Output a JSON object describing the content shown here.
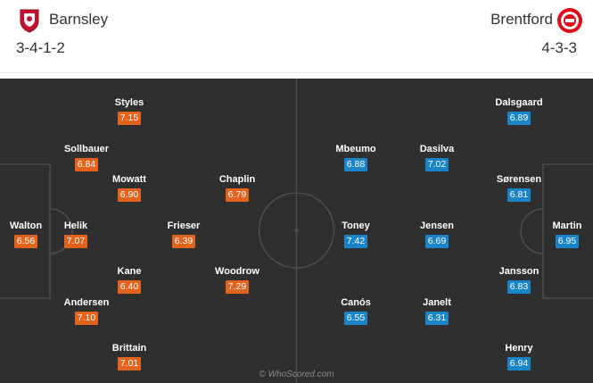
{
  "home": {
    "name": "Barnsley",
    "formation": "3-4-1-2",
    "color": "#e3631d",
    "crest_icon": "barnsley-crest-icon",
    "players": [
      {
        "name": "Walton",
        "rating": "6.56"
      },
      {
        "name": "Sollbauer",
        "rating": "6.84"
      },
      {
        "name": "Helik",
        "rating": "7.07"
      },
      {
        "name": "Andersen",
        "rating": "7.10"
      },
      {
        "name": "Styles",
        "rating": "7.15"
      },
      {
        "name": "Mowatt",
        "rating": "6.90"
      },
      {
        "name": "Kane",
        "rating": "6.40"
      },
      {
        "name": "Brittain",
        "rating": "7.01"
      },
      {
        "name": "Frieser",
        "rating": "6.39"
      },
      {
        "name": "Chaplin",
        "rating": "6.79"
      },
      {
        "name": "Woodrow",
        "rating": "7.29"
      }
    ]
  },
  "away": {
    "name": "Brentford",
    "formation": "4-3-3",
    "color": "#1a84c8",
    "crest_icon": "brentford-crest-icon",
    "players": [
      {
        "name": "Martin",
        "rating": "6.95"
      },
      {
        "name": "Dalsgaard",
        "rating": "6.89"
      },
      {
        "name": "Sørensen",
        "rating": "6.81"
      },
      {
        "name": "Jansson",
        "rating": "6.83"
      },
      {
        "name": "Henry",
        "rating": "6.94"
      },
      {
        "name": "Dasilva",
        "rating": "7.02"
      },
      {
        "name": "Jensen",
        "rating": "6.69"
      },
      {
        "name": "Janelt",
        "rating": "6.31"
      },
      {
        "name": "Mbeumo",
        "rating": "6.88"
      },
      {
        "name": "Toney",
        "rating": "7.42"
      },
      {
        "name": "Canós",
        "rating": "6.55"
      }
    ]
  },
  "credit": "© WhoScored.com"
}
